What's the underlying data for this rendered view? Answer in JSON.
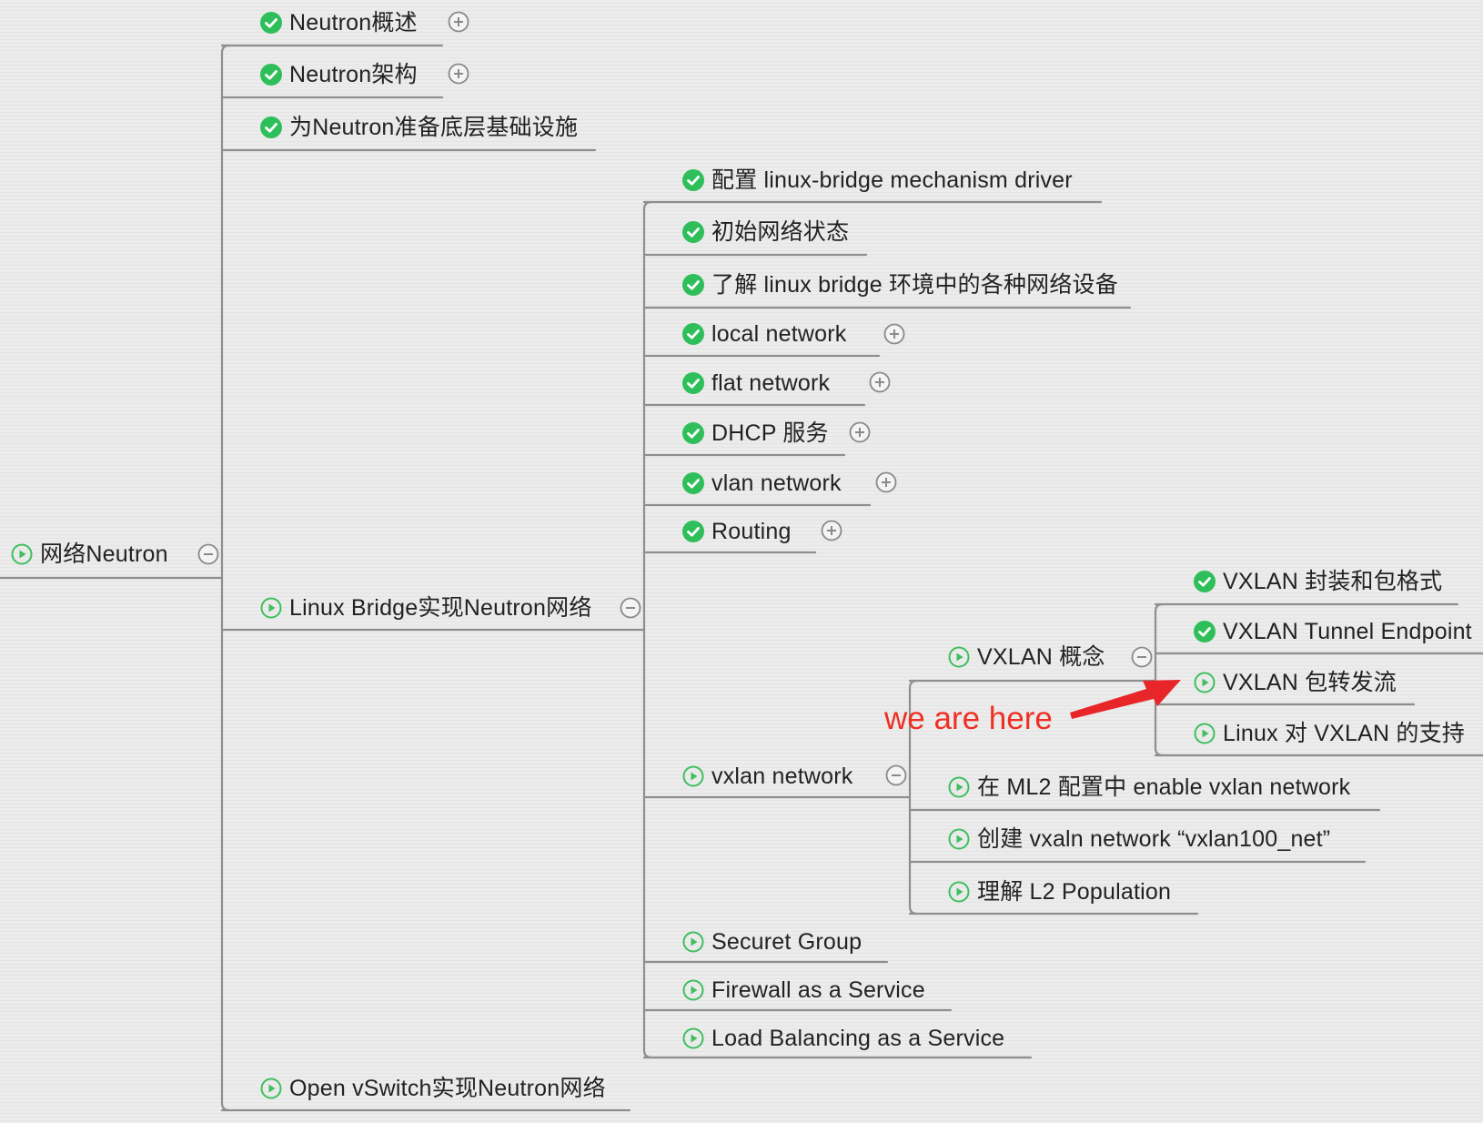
{
  "colors": {
    "check": "#2fbf5a",
    "play": "#3fbf5f",
    "line": "#8e8e8e",
    "annotation": "#ef2f24",
    "arrow": "#e8262a"
  },
  "root": {
    "label": "网络Neutron",
    "icon": "play-circle-icon"
  },
  "level1": {
    "overview": {
      "label": "Neutron概述",
      "icon": "check-circle-icon"
    },
    "architecture": {
      "label": "Neutron架构",
      "icon": "check-circle-icon"
    },
    "infrastructure": {
      "label": "为Neutron准备底层基础设施",
      "icon": "check-circle-icon"
    },
    "linux_bridge": {
      "label": "Linux Bridge实现Neutron网络",
      "icon": "play-circle-icon"
    },
    "open_vswitch": {
      "label": "Open vSwitch实现Neutron网络",
      "icon": "play-circle-icon"
    }
  },
  "linux_bridge_children": {
    "driver": {
      "label": "配置 linux-bridge mechanism driver",
      "icon": "check-circle-icon"
    },
    "initial_state": {
      "label": "初始网络状态",
      "icon": "check-circle-icon"
    },
    "devices": {
      "label": "了解 linux bridge 环境中的各种网络设备",
      "icon": "check-circle-icon"
    },
    "local": {
      "label": "local network",
      "icon": "check-circle-icon"
    },
    "flat": {
      "label": "flat network",
      "icon": "check-circle-icon"
    },
    "dhcp": {
      "label": "DHCP 服务",
      "icon": "check-circle-icon"
    },
    "vlan": {
      "label": "vlan network",
      "icon": "check-circle-icon"
    },
    "routing": {
      "label": "Routing",
      "icon": "check-circle-icon"
    },
    "vxlan": {
      "label": "vxlan network",
      "icon": "play-circle-icon"
    },
    "security_group": {
      "label": "Securet Group",
      "icon": "play-circle-icon"
    },
    "fwaas": {
      "label": "Firewall as a Service",
      "icon": "play-circle-icon"
    },
    "lbaas": {
      "label": "Load Balancing as a Service",
      "icon": "play-circle-icon"
    }
  },
  "vxlan_children": {
    "concept": {
      "label": "VXLAN 概念",
      "icon": "play-circle-icon"
    },
    "ml2": {
      "label": "在 ML2 配置中 enable vxlan network",
      "icon": "play-circle-icon"
    },
    "create": {
      "label": "创建 vxaln network “vxlan100_net”",
      "icon": "play-circle-icon"
    },
    "l2pop": {
      "label": "理解 L2 Population",
      "icon": "play-circle-icon"
    }
  },
  "concept_children": {
    "encap": {
      "label": "VXLAN 封装和包格式",
      "icon": "check-circle-icon"
    },
    "vtep": {
      "label": "VXLAN Tunnel Endpoint",
      "icon": "check-circle-icon"
    },
    "forwarding": {
      "label": "VXLAN 包转发流",
      "icon": "play-circle-icon"
    },
    "linux_support": {
      "label": "Linux 对 VXLAN 的支持",
      "icon": "play-circle-icon"
    }
  },
  "annotation": {
    "text": "we are here"
  }
}
